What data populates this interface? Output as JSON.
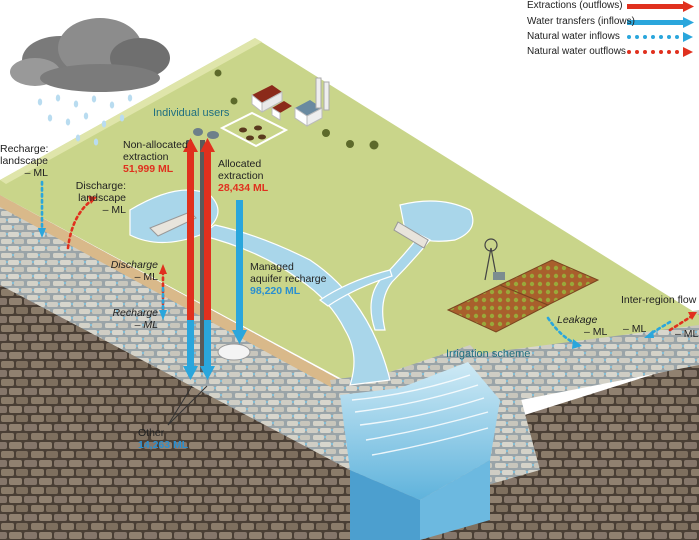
{
  "legend": {
    "extractions": "Extractions (outflows)",
    "transfers": "Water transfers (inflows)",
    "natural_inflows": "Natural water inflows",
    "natural_outflows": "Natural water outflows"
  },
  "labels": {
    "individual_users": "Individual users",
    "recharge_landscape_1": "Recharge:",
    "recharge_landscape_2": "landscape",
    "recharge_landscape_value": "– ML",
    "discharge_landscape_1": "Discharge:",
    "discharge_landscape_2": "landscape",
    "discharge_landscape_value": "– ML",
    "non_allocated_1": "Non-allocated",
    "non_allocated_2": "extraction",
    "non_allocated_value": "51,999 ML",
    "allocated_1": "Allocated",
    "allocated_2": "extraction",
    "allocated_value": "28,434 ML",
    "discharge": "Discharge",
    "discharge_value": "– ML",
    "recharge": "Recharge",
    "recharge_value": "– ML",
    "managed_recharge_1": "Managed",
    "managed_recharge_2": "aquifer recharge",
    "managed_recharge_value": "98,220 ML",
    "irrigation_scheme": "Irrigation scheme",
    "leakage": "Leakage",
    "leakage_value": "– ML",
    "inter_region_flow": "Inter-region flow",
    "inter_region_left": "– ML",
    "inter_region_right": "– ML",
    "other": "Other",
    "other_value": "14,263 ML"
  },
  "colors": {
    "extraction": "#e0301e",
    "transfer": "#2aa6dc",
    "land": "#c9d58a",
    "water": "#a9d6ea",
    "rock": "#8a7a66"
  }
}
